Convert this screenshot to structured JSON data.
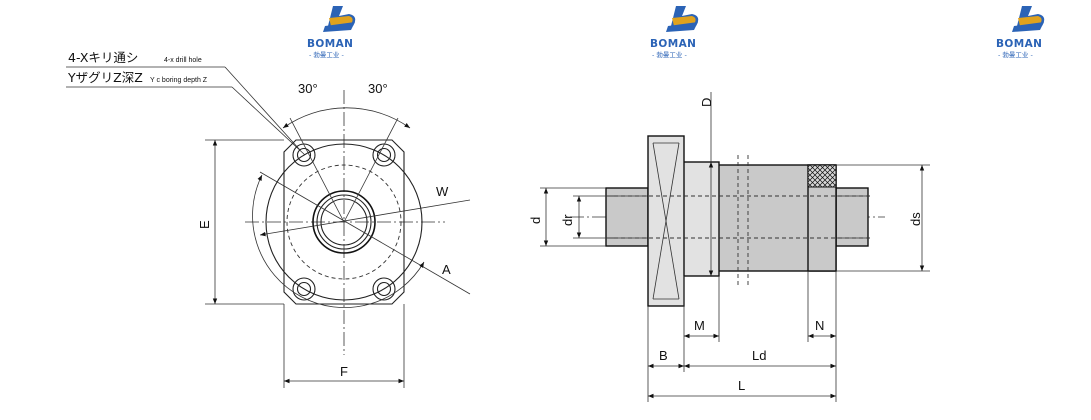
{
  "logos": [
    {
      "brand": "BOMAN",
      "subtitle": "- 勃曼工业 -"
    },
    {
      "brand": "BOMAN",
      "subtitle": "- 勃曼工业 -"
    },
    {
      "brand": "BOMAN",
      "subtitle": "- 勃曼工业 -"
    }
  ],
  "notes": {
    "drill_hole_jp": "4-Xキリ通シ",
    "drill_hole_en": "4-x drill hole",
    "boring_jp": "YザグリZ深Z",
    "boring_en": "Y c boring depth Z"
  },
  "front_view": {
    "angle_left": "30°",
    "angle_right": "30°",
    "dim_w": "W",
    "dim_a": "A",
    "dim_e": "E",
    "dim_f": "F"
  },
  "side_view": {
    "dim_d_top": "D",
    "dim_d": "d",
    "dim_dr": "dr",
    "dim_ds": "ds",
    "dim_m": "M",
    "dim_n": "N",
    "dim_b": "B",
    "dim_ld": "Ld",
    "dim_l": "L"
  },
  "colors": {
    "logo_blue": "#2b63b6",
    "logo_gold": "#e0a21d",
    "body_gray": "#c9c9c9"
  }
}
